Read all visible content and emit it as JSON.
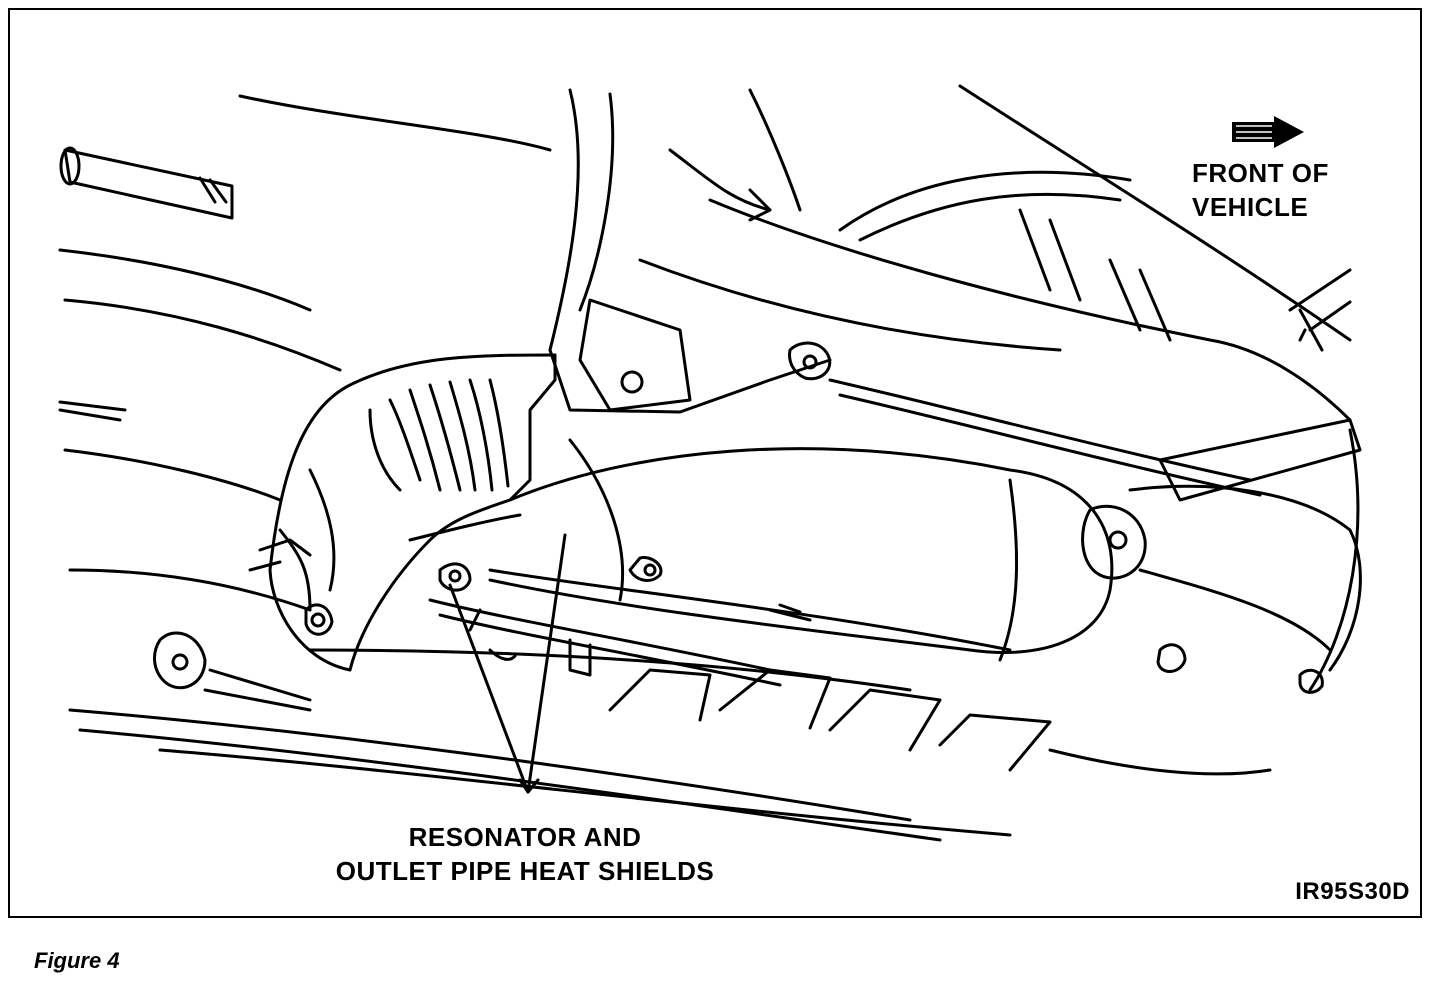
{
  "diagram": {
    "front_label_line1": "FRONT OF",
    "front_label_line2": "VEHICLE",
    "callout_line1": "RESONATOR AND",
    "callout_line2": "OUTLET PIPE HEAT SHIELDS",
    "figure_id": "IR95S30D",
    "front_arrow_icon": "right-arrow-icon",
    "line_color": "#000000",
    "background_color": "#ffffff"
  },
  "caption": {
    "text": "Figure 4"
  }
}
